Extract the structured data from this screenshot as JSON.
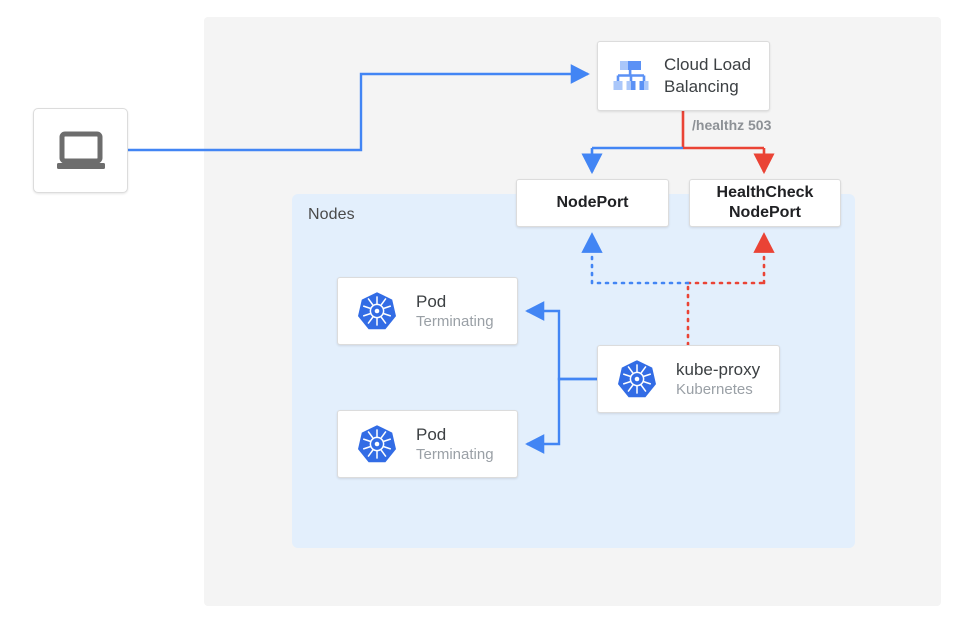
{
  "diagram": {
    "title": "Kubernetes NodePort health check with terminating pods",
    "colors": {
      "blue": "#4285F4",
      "red": "#EA4335",
      "panel_outer": "#f4f4f4",
      "panel_nodes": "#e3effc",
      "card_bg": "#ffffff",
      "text_dark": "#3c4043",
      "text_muted": "#9aa0a6",
      "k8s_blue": "#326CE5"
    },
    "panels": {
      "nodes_label": "Nodes"
    },
    "nodes": {
      "client": {
        "icon": "laptop-icon",
        "label": ""
      },
      "load_balancer": {
        "icon": "cloud-load-balancing-icon",
        "title": "Cloud Load",
        "title_line2": "Balancing"
      },
      "nodeport": {
        "label": "NodePort"
      },
      "healthcheck_nodeport": {
        "label_line1": "HealthCheck",
        "label_line2": "NodePort"
      },
      "pod1": {
        "icon": "kubernetes-icon",
        "title": "Pod",
        "subtitle": "Terminating"
      },
      "pod2": {
        "icon": "kubernetes-icon",
        "title": "Pod",
        "subtitle": "Terminating"
      },
      "kube_proxy": {
        "icon": "kubernetes-icon",
        "title": "kube-proxy",
        "subtitle": "Kubernetes"
      }
    },
    "edges": {
      "healthz_label": "/healthz 503"
    }
  }
}
